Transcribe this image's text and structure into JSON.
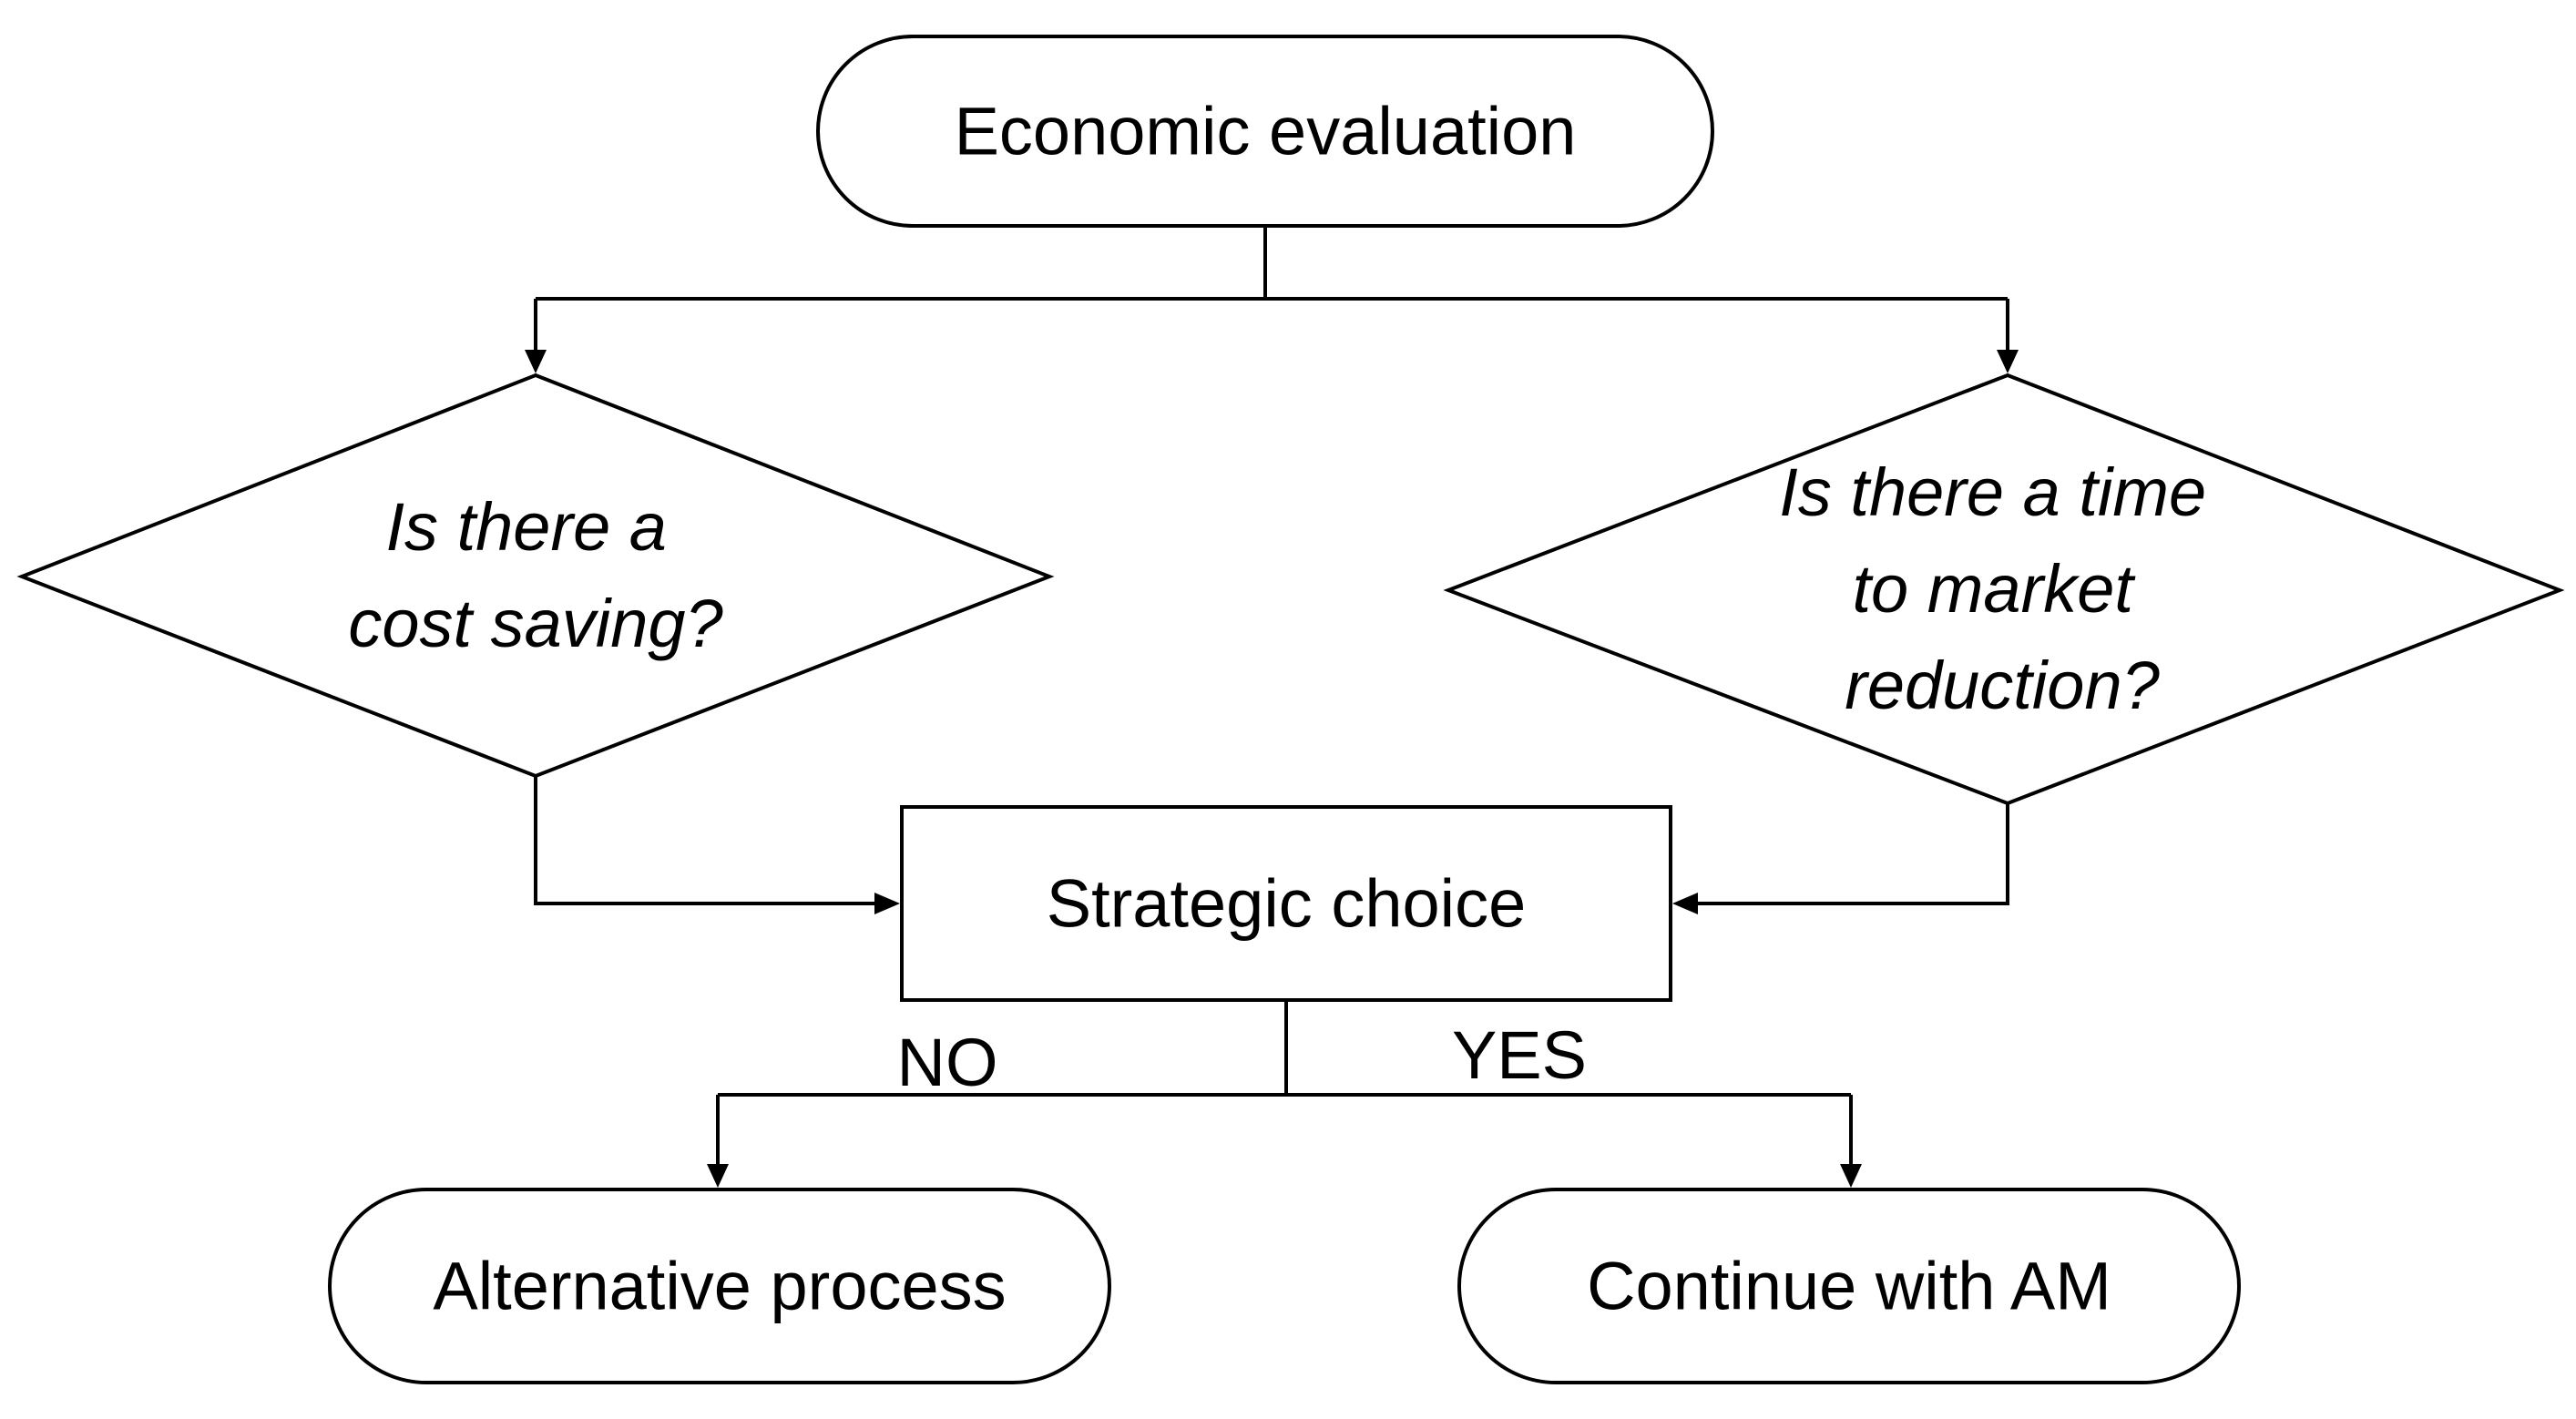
{
  "nodes": {
    "start": "Economic evaluation",
    "question_cost": [
      "Is there a",
      "cost saving?"
    ],
    "question_time": [
      "Is there a time",
      "to market",
      "reduction?"
    ],
    "decision": "Strategic choice",
    "end_no": "Alternative process",
    "end_yes": "Continue with AM"
  },
  "edges": {
    "no_label": "NO",
    "yes_label": "YES"
  }
}
